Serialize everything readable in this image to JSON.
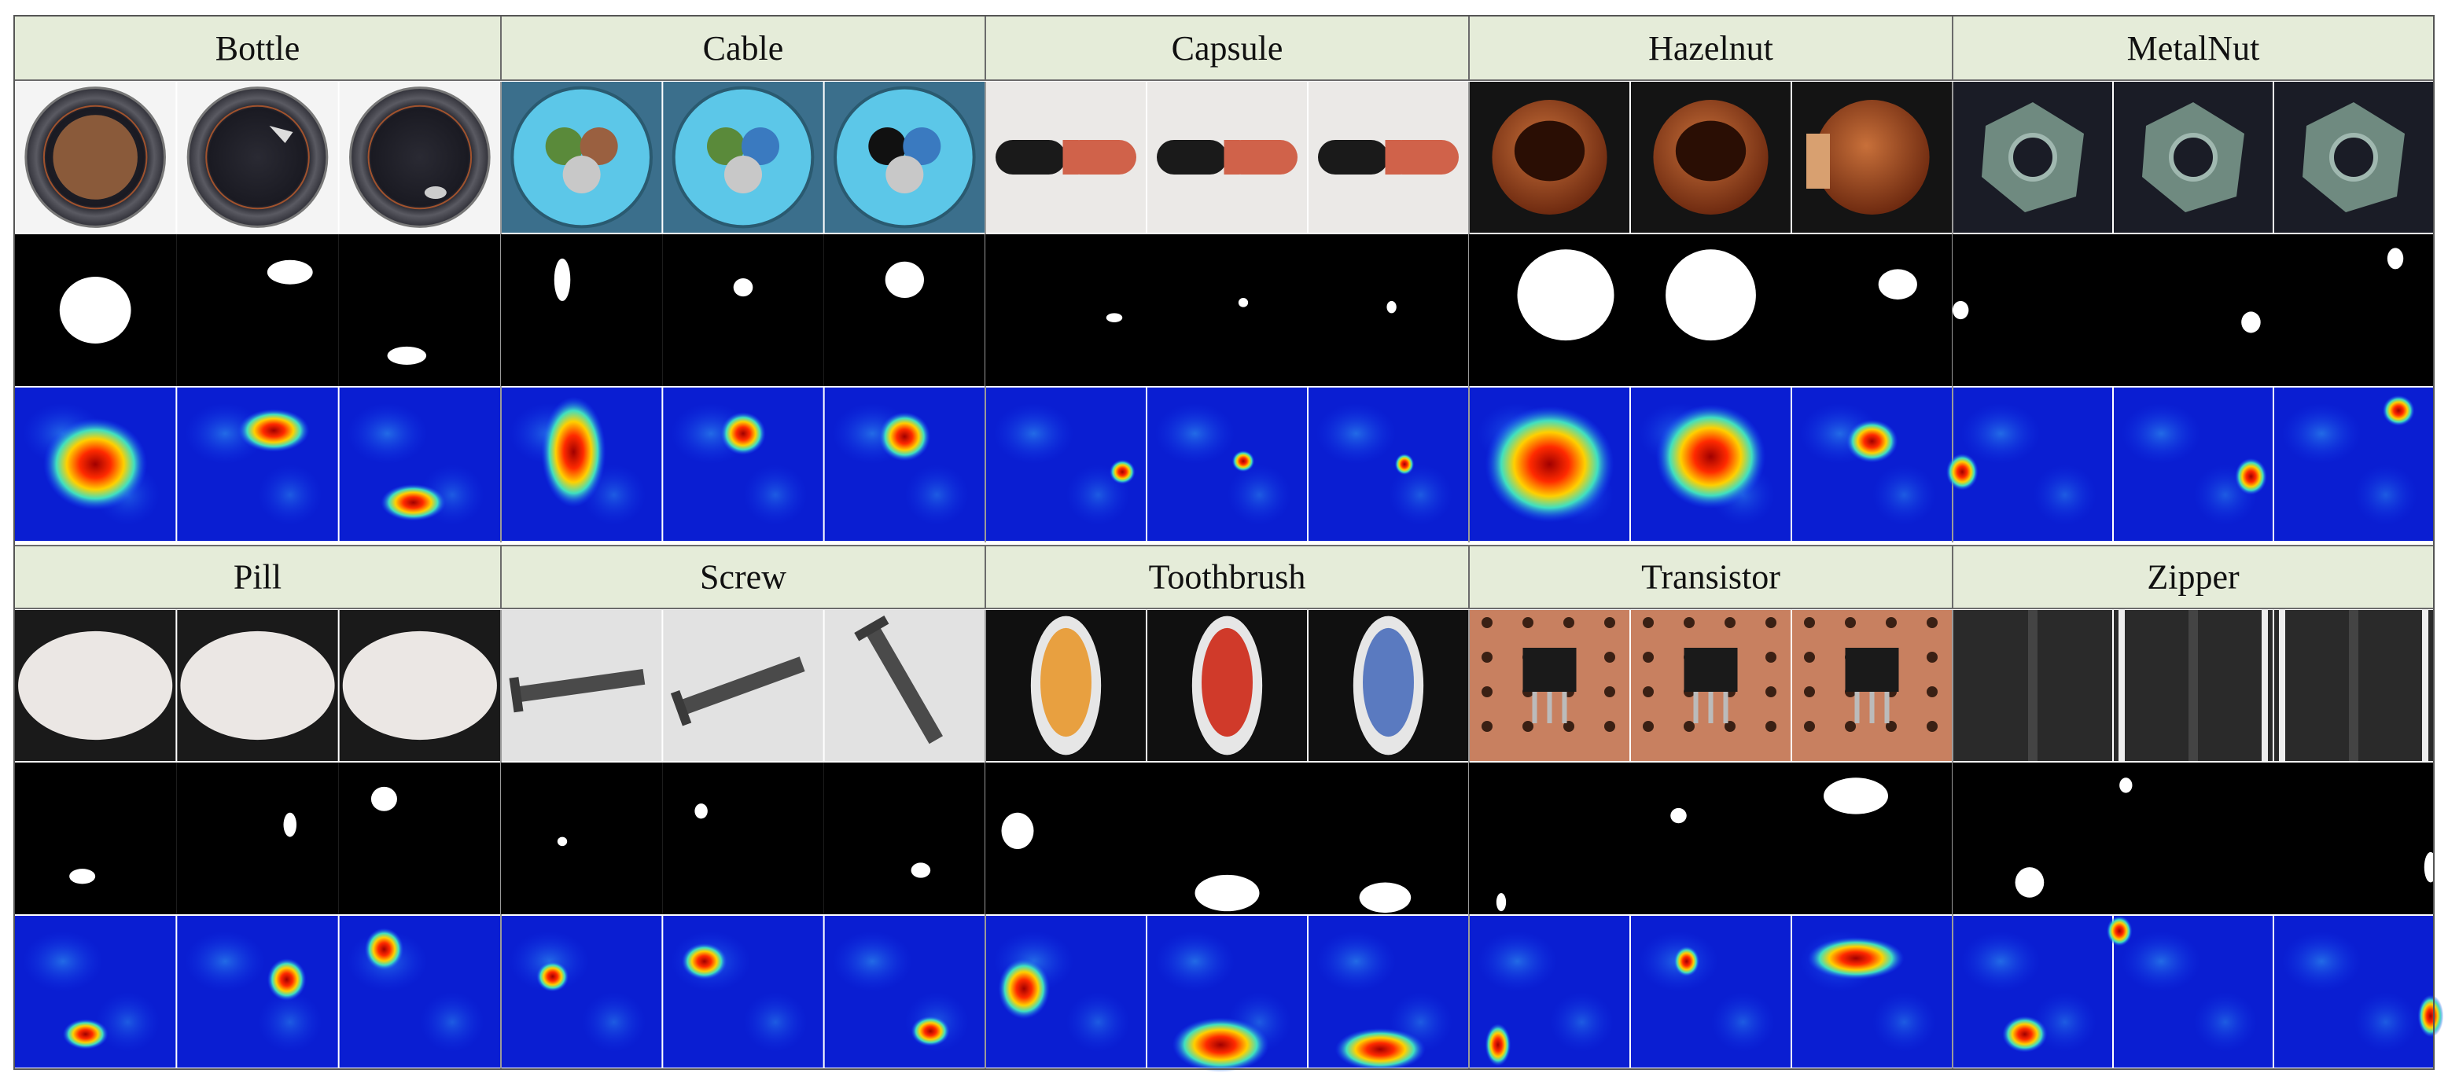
{
  "figure": {
    "categories_top": [
      "Bottle",
      "Cable",
      "Capsule",
      "Hazelnut",
      "MetalNut"
    ],
    "categories_bottom": [
      "Pill",
      "Screw",
      "Toothbrush",
      "Transistor",
      "Zipper"
    ]
  },
  "colors": {
    "header_bg": "#e5ecd9",
    "mask_bg": "#000000",
    "mask_fg": "#ffffff",
    "heatmap_cold": "#0a1ed2",
    "heatmap_hot": "#c81010"
  }
}
